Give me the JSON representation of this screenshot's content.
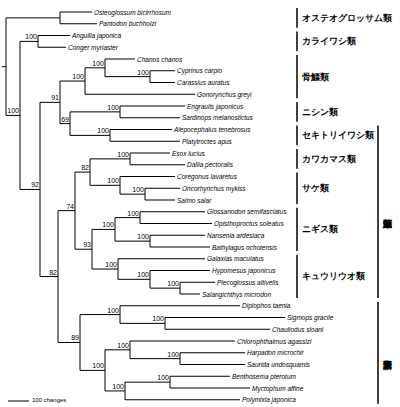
{
  "diagram": {
    "labels": [
      "Osteoglossum bicirrhosum",
      "Pantodon buchholzi",
      "Anguilla japonica",
      "Conger myriaster",
      "Chanos chanos",
      "Cyprinus carpio",
      "Carassius auratus",
      "Gonorynchus greyi",
      "Engraulis japonicus",
      "Sardinops melanostictus",
      "Alepocephalus tenebrosus",
      "Platytroctes apus",
      "Esox lucius",
      "Dallia pectoralis",
      "Coregonus lavaretus",
      "Oncorhynchus mykiss",
      "Salmo salar",
      "Glossanodon semifasciatus",
      "Opisthoproctus soleatus",
      "Nansenia ardesiaca",
      "Bathylagus ochotensis",
      "Galaxias maculatus",
      "Hypomesus japonicus",
      "Plecoglossus altivelis",
      "Salangichthys microdon",
      "Diplophos taenia",
      "Sigmops gracile",
      "Chauliodus sloani",
      "Chlorophthalmus agassizi",
      "Harpadon microchir",
      "Saurida undosquamis",
      "Benthosema pterotum",
      "Myctophum affine",
      "Polymixia japonica",
      "100",
      "100",
      "92",
      "91",
      "100",
      "100",
      "100",
      "69",
      "100",
      "100",
      "82",
      "82",
      "100",
      "100",
      "100",
      "74",
      "93",
      "100",
      "100",
      "100",
      "100",
      "100",
      "100",
      "89",
      "100",
      "100",
      "100",
      "100",
      "100",
      "100",
      "100",
      "オステオグロッサム類",
      "カライワシ類",
      "骨鰾類",
      "ニシン類",
      "セキトリイワシ類",
      "カワカマス類",
      "サケ類",
      "ニギス類",
      "キュウリウオ類",
      "原棘鰭類",
      "新真骨類",
      "100 changes"
    ]
  }
}
